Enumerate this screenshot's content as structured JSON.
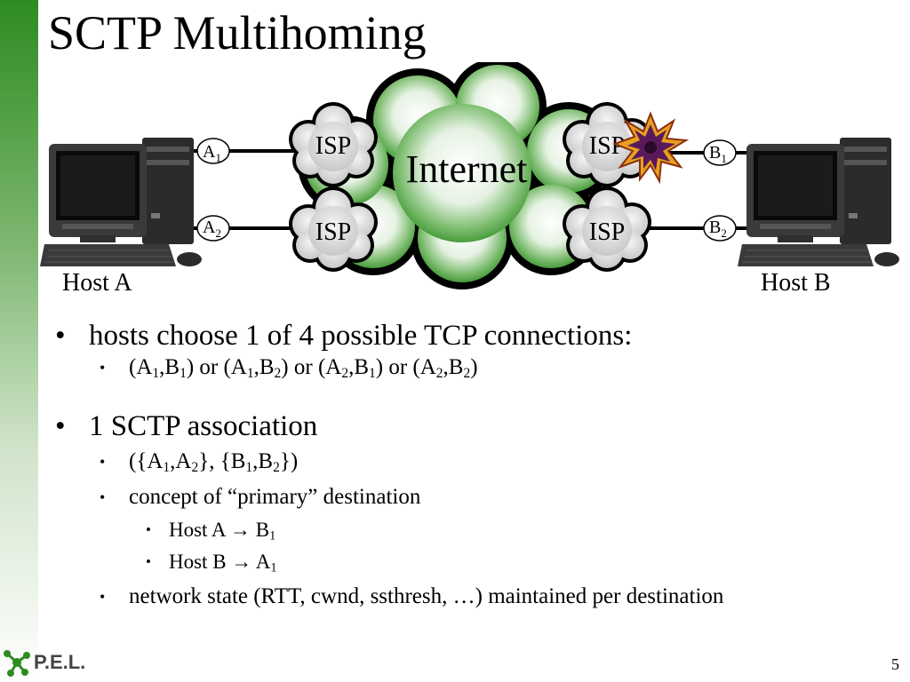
{
  "slide": {
    "title": "SCTP Multihoming",
    "page_number": "5",
    "logo_text": "P.E.L."
  },
  "diagram": {
    "cloud_label": "Internet",
    "isp_labels": [
      "ISP",
      "ISP",
      "ISP",
      "ISP"
    ],
    "host_a_label": "Host A",
    "host_b_label": "Host B",
    "interfaces": {
      "a1": {
        "main": "A",
        "sub": "1"
      },
      "a2": {
        "main": "A",
        "sub": "2"
      },
      "b1": {
        "main": "B",
        "sub": "1"
      },
      "b2": {
        "main": "B",
        "sub": "2"
      }
    },
    "colors": {
      "cloud_green": "#2e8b22",
      "isp_gray": "#dcdcdc",
      "explosion": "#5a1a5a"
    }
  },
  "bullets": {
    "b1": "hosts choose 1 of 4 possible TCP connections:",
    "b1_sub": "(A1,B1) or (A1,B2) or (A2,B1) or (A2,B2)",
    "b2": "1 SCTP association",
    "b2_sub1": "({A1,A2}, {B1,B2})",
    "b2_sub2": "concept of “primary” destination",
    "b2_sub2_a": "Host A → B1",
    "b2_sub2_b": "Host B → A1",
    "b2_sub3": "network state (RTT, cwnd, ssthresh, …) maintained per destination"
  }
}
